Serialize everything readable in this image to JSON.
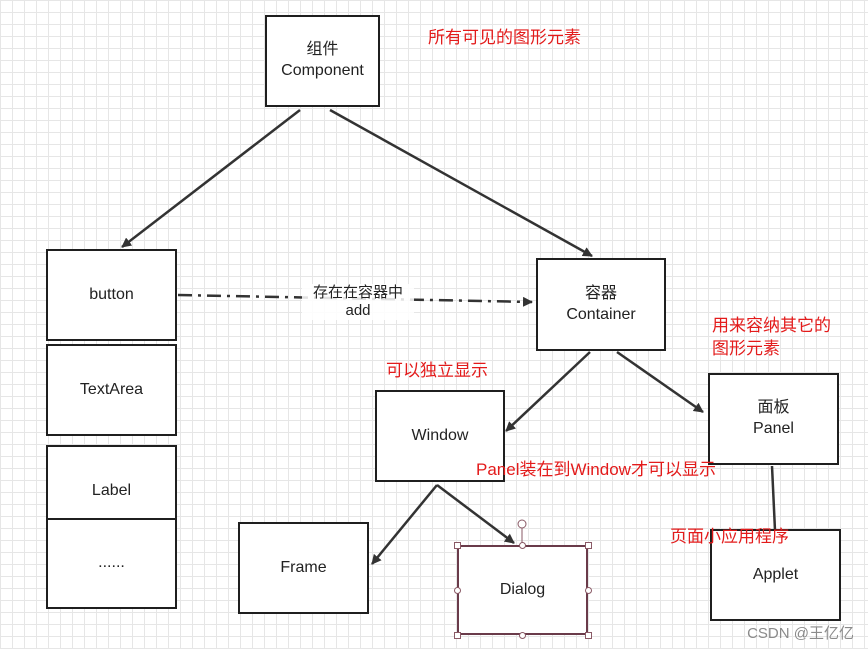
{
  "nodes": {
    "component": {
      "line1": "组件",
      "line2": "Component"
    },
    "button": {
      "label": "button"
    },
    "textarea": {
      "label": "TextArea"
    },
    "label": {
      "label": "Label"
    },
    "more": {
      "label": "......"
    },
    "container": {
      "line1": "容器",
      "line2": "Container"
    },
    "window": {
      "label": "Window"
    },
    "panel": {
      "line1": "面板",
      "line2": "Panel"
    },
    "frame": {
      "label": "Frame"
    },
    "dialog": {
      "label": "Dialog"
    },
    "applet": {
      "label": "Applet"
    }
  },
  "edge_labels": {
    "button_to_container": {
      "line1": "存在在容器中",
      "line2": "add"
    }
  },
  "notes": {
    "all_visible": "所有可见的图形元素",
    "container_desc_line1": "用来容纳其它的",
    "container_desc_line2": "图形元素",
    "window_desc": "可以独立显示",
    "panel_in_window": "Panel装在到Window才可以显示",
    "applet_desc": "页面小应用程序"
  },
  "watermark": "CSDN @王亿亿",
  "colors": {
    "note_red": "#e31b1b",
    "line": "#333333",
    "selection": "#6a3b4a"
  }
}
